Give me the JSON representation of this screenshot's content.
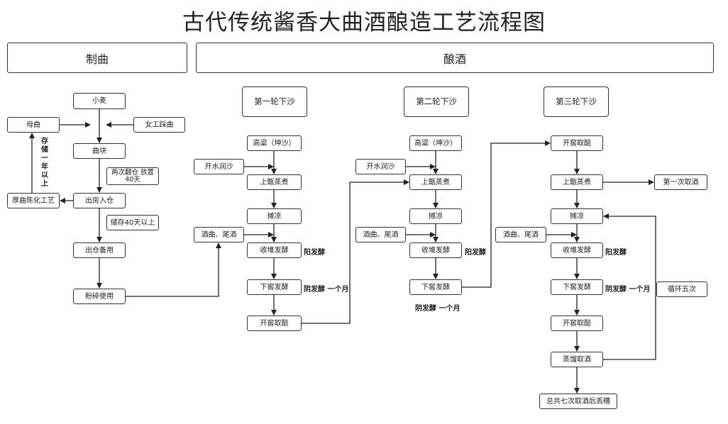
{
  "title": "古代传统酱香大曲酒酿造工艺流程图",
  "sections": {
    "zhiqu": "制曲",
    "niangjiu": "酿酒"
  },
  "zhiqu": {
    "xiaomai": "小麦",
    "muqu": "母曲",
    "nvgong": "女工踩曲",
    "qukuai": "曲块",
    "fanchang": "两次翻仓 放置40天",
    "houqu": "厚曲陈化工艺",
    "chufang": "出房入仓",
    "chucun": "储存40天以上",
    "chucang": "出仓备用",
    "fensui": "粉碎使用",
    "vertical_note": "存储一年以上"
  },
  "round1": {
    "title": "第一轮下沙",
    "gaoliang": "高粱（坤沙）",
    "kaishui": "开水润沙",
    "zheng": "上甑蒸煮",
    "tanliang": "摊凉",
    "jiuqu": "酒曲、尾酒",
    "duiji": "收堆发酵",
    "yang": "阳发酵",
    "xiajiao": "下窖发酵",
    "yin": "阴发酵  一个月",
    "kaijiao": "开窖取醅"
  },
  "round2": {
    "title": "第二轮下沙",
    "gaoliang": "高粱（坤沙）",
    "kaishui": "开水润沙",
    "zheng": "上甑蒸煮",
    "tanliang": "摊凉",
    "jiuqu": "酒曲、尾酒",
    "duiji": "收堆发酵",
    "yang": "阳发酵",
    "xiajiao": "下窖发酵",
    "yin": "阴发酵  一个月"
  },
  "round3": {
    "title": "第三轮下沙",
    "kaijiao1": "开窖取醅",
    "zheng": "上甑蒸煮",
    "diyici": "第一次取酒",
    "tanliang": "摊凉",
    "jiuqu": "酒曲、尾酒",
    "duiji": "收堆发酵",
    "yang": "阳发酵",
    "xiajiao": "下窖发酵",
    "yin": "阴发酵  一个月",
    "xunhuan": "循环五次",
    "kaijiao2": "开窖取醅",
    "zhengliu": "蒸馏取酒",
    "zonggong": "总共七次取酒后丢糟"
  }
}
